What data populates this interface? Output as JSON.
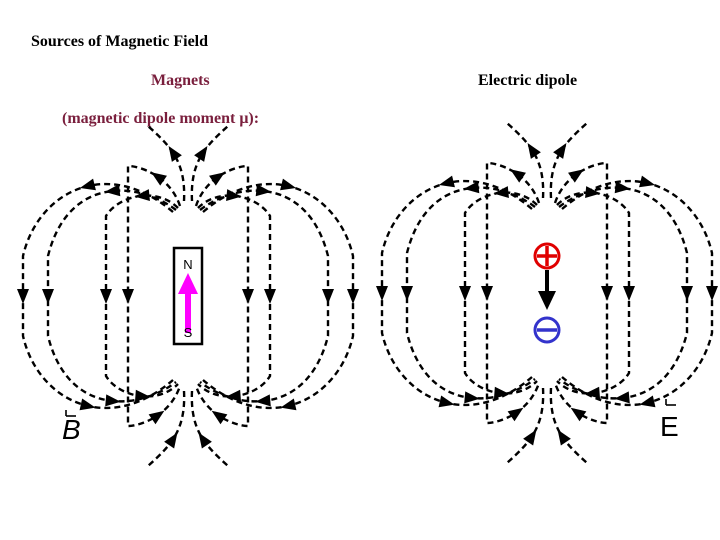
{
  "heading": "Sources of Magnetic Field",
  "left_panel": {
    "title": "Magnets",
    "subtitle_prefix": "(magnetic  dipole moment ",
    "subtitle_symbol": "μ",
    "subtitle_suffix": "):",
    "north_label": "N",
    "south_label": "S",
    "field_symbol": "B"
  },
  "right_panel": {
    "title": "Electric dipole",
    "positive_sign": "+",
    "negative_sign": "−",
    "field_symbol": "E"
  },
  "colors": {
    "accent_text": "#7a1f3d",
    "moment_arrow": "#ff00ff",
    "positive_charge": "#e00000",
    "negative_charge": "#3333cc"
  }
}
